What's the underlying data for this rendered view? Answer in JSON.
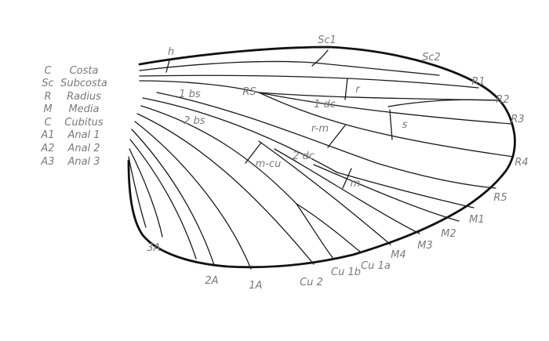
{
  "legend": [
    {
      "abbr": "C",
      "name": "Costa"
    },
    {
      "abbr": "Sc",
      "name": "Subcosta"
    },
    {
      "abbr": "R",
      "name": "Radius"
    },
    {
      "abbr": "M",
      "name": "Media"
    },
    {
      "abbr": "C",
      "name": "Cubitus"
    },
    {
      "abbr": "A1",
      "name": "Anal 1"
    },
    {
      "abbr": "A2",
      "name": "Anal 2"
    },
    {
      "abbr": "A3",
      "name": "Anal 3"
    }
  ],
  "vein_labels": {
    "h": "h",
    "sc1": "Sc1",
    "sc2": "Sc2",
    "r1": "R1",
    "r2": "R2",
    "r3": "R3",
    "r4": "R4",
    "r5": "R5",
    "m1": "M1",
    "m2": "M2",
    "m3": "M3",
    "m4": "M4",
    "cu1a": "Cu 1a",
    "cu1b": "Cu 1b",
    "cu2": "Cu 2",
    "a1": "1A",
    "a2": "2A",
    "a3": "3A",
    "rs": "RS",
    "bs1": "1 bs",
    "bs2": "2 bs",
    "r": "r",
    "dc1": "1 dc",
    "s": "s",
    "rm": "r-m",
    "mcu": "m-cu",
    "dc2": "2 dc",
    "m": "m"
  }
}
